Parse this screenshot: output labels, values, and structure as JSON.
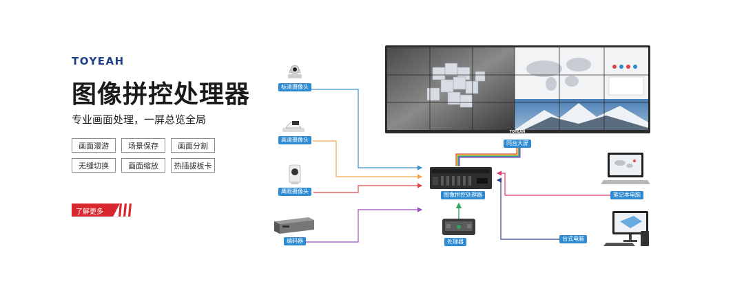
{
  "brand": "TOYEAH",
  "title": "图像拼控处理器",
  "subtitle": "专业画面处理，一屏总览全局",
  "features": [
    "画面漫游",
    "场景保存",
    "画面分割",
    "无缝切换",
    "画面缩放",
    "热插拔板卡"
  ],
  "cta": "了解更多",
  "diagram": {
    "wall_brand": "TOYEAH",
    "labels": {
      "hd_camera_1": "标清摄像头",
      "hd_camera_2": "高清摄像头",
      "dome_camera": "鹰眼摄像头",
      "encoder": "编码器",
      "processor": "图像拼控处理器",
      "video_wall": "同台大屏",
      "laptop": "笔记本电脑",
      "desktop": "台式电脑",
      "controller": "处理器"
    }
  },
  "colors": {
    "brand": "#1f3f8a",
    "accent_red": "#d7282f",
    "tag_blue": "#2d8bd3",
    "line_blue": "#3a8fd0",
    "line_orange": "#f0a850",
    "line_red": "#e04646",
    "line_purple": "#9b4bb7",
    "line_green": "#2aa55a",
    "line_pink": "#e0396e",
    "line_navy": "#2d3b8f"
  }
}
